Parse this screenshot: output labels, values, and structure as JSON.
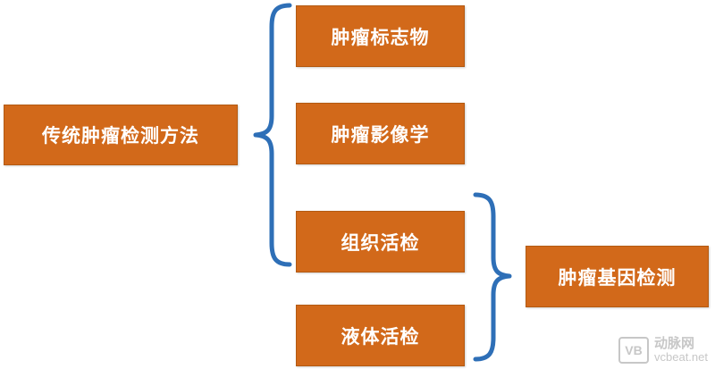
{
  "diagram": {
    "type": "bracket-grouping",
    "nodes": {
      "root": {
        "label": "传统肿瘤检测方法"
      },
      "item1": {
        "label": "肿瘤标志物"
      },
      "item2": {
        "label": "肿瘤影像学"
      },
      "item3": {
        "label": "组织活检"
      },
      "item4": {
        "label": "液体活检"
      },
      "result": {
        "label": "肿瘤基因检测"
      }
    },
    "colors": {
      "node_fill": "#d2691a",
      "node_border": "#b35a12",
      "node_text": "#ffffff",
      "brace": "#2e6fb7",
      "background": "#ffffff"
    },
    "braces": {
      "left": {
        "name": "left-brace",
        "groups": [
          "肿瘤标志物",
          "肿瘤影像学",
          "组织活检",
          "液体活检"
        ]
      },
      "right": {
        "name": "right-brace",
        "groups": [
          "组织活检",
          "液体活检"
        ]
      }
    }
  },
  "watermark": {
    "logo": "VB",
    "cn": "动脉网",
    "en": "vcbeat.net"
  }
}
